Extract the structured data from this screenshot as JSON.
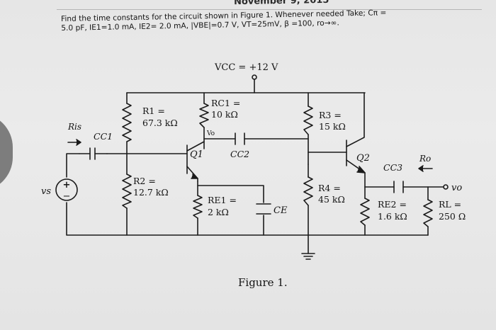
{
  "header": {
    "date": "November 9, 2015"
  },
  "problem": {
    "line1": "Find the time constants for the circuit shown in Figure 1. Whenever needed Take; Cπ =",
    "line2": "5.0 pF, IE1=1.0 mA, IE2= 2.0 mA, |VBE|=0.7 V, VT=25mV, β =100, ro→∞."
  },
  "circuit": {
    "vcc": "VCC = +12 V",
    "r1_name": "R1 =",
    "r1_value": "67.3 kΩ",
    "rc1_name": "RC1 =",
    "rc1_value": "10 kΩ",
    "r3_name": "R3 =",
    "r3_value": "15 kΩ",
    "r2_name": "R2 =",
    "r2_value": "12.7 kΩ",
    "re1_name": "RE1 =",
    "re1_value": "2 kΩ",
    "r4_name": "R4 =",
    "r4_value": "45 kΩ",
    "re2_name": "RE2 =",
    "re2_value": "1.6 kΩ",
    "rl_name": "RL =",
    "rl_value": "250 Ω",
    "q1": "Q1",
    "q2": "Q2",
    "cc1": "CC1",
    "cc2": "CC2",
    "cc3": "CC3",
    "ce": "CE",
    "ris": "Ris",
    "ro": "Ro",
    "vs": "vs",
    "vo": "vo",
    "vo_small": "Vo",
    "plus": "+",
    "minus": "−"
  },
  "figure": {
    "caption": "Figure 1."
  }
}
